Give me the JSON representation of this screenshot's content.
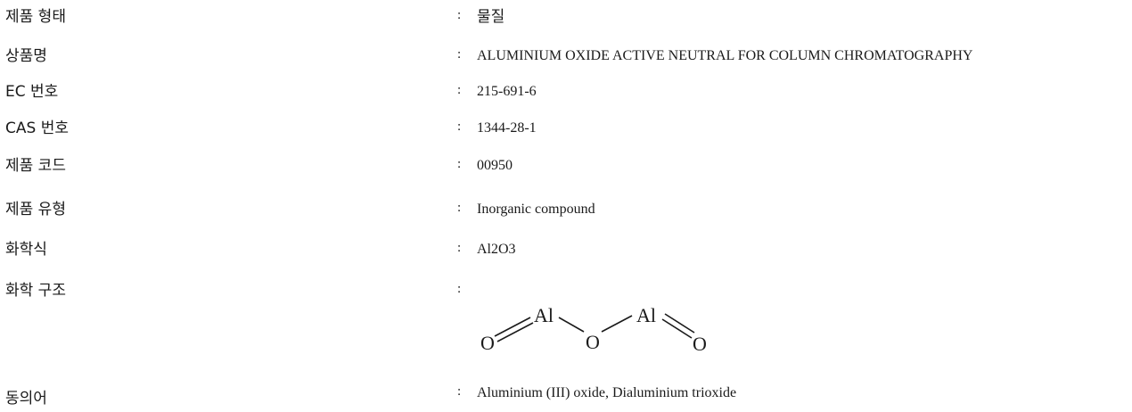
{
  "fields": [
    {
      "label": "제품 형태",
      "value": "물질"
    },
    {
      "label": "상품명",
      "value": "ALUMINIUM OXIDE ACTIVE NEUTRAL FOR COLUMN CHROMATOGRAPHY"
    },
    {
      "label": "EC 번호",
      "value": "215-691-6"
    },
    {
      "label": "CAS 번호",
      "value": "1344-28-1"
    },
    {
      "label": "제품 코드",
      "value": "00950"
    },
    {
      "label": "제품 유형",
      "value": "Inorganic compound"
    },
    {
      "label": "화학식",
      "value": "Al2O3"
    },
    {
      "label": "화학 구조",
      "value": ""
    },
    {
      "label": "동의어",
      "value": "Aluminium (III) oxide, Dialuminium trioxide"
    }
  ],
  "separator": ":",
  "structure": {
    "atoms": [
      "O",
      "Al",
      "O",
      "Al",
      "O"
    ]
  }
}
